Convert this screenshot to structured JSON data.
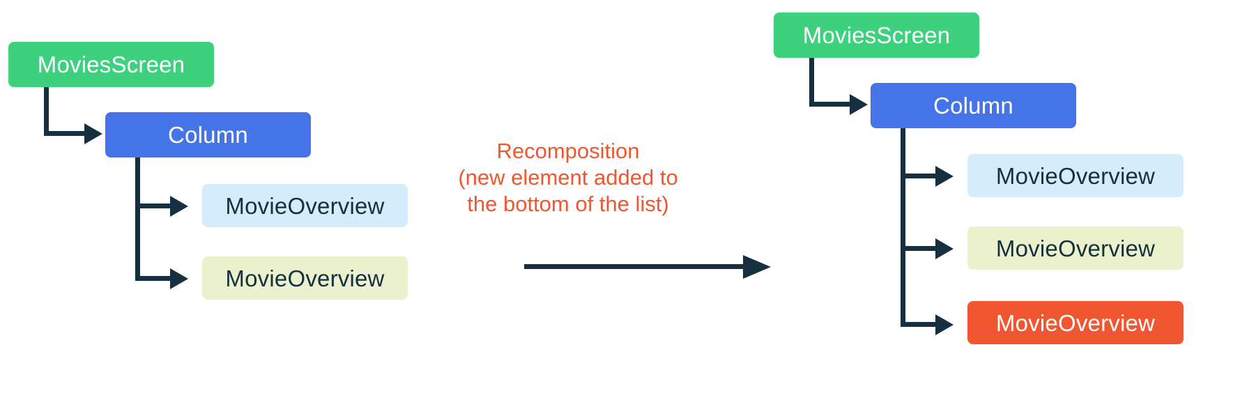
{
  "diagram": {
    "title_text": "Recomposition\n(new element added to\nthe bottom of the list)",
    "colors": {
      "green": "#3DD17E",
      "blue": "#4573E8",
      "light_blue": "#D4ECFB",
      "lime": "#EBF0CD",
      "orange": "#F0562F",
      "connector": "#16303F",
      "text_dark": "#15303F",
      "background": "#FFFFFF"
    },
    "before": {
      "root": {
        "label": "MoviesScreen"
      },
      "column": {
        "label": "Column"
      },
      "children": [
        {
          "label": "MovieOverview",
          "color": "light_blue"
        },
        {
          "label": "MovieOverview",
          "color": "lime"
        }
      ]
    },
    "after": {
      "root": {
        "label": "MoviesScreen"
      },
      "column": {
        "label": "Column"
      },
      "children": [
        {
          "label": "MovieOverview",
          "color": "light_blue"
        },
        {
          "label": "MovieOverview",
          "color": "lime"
        },
        {
          "label": "MovieOverview",
          "color": "orange"
        }
      ]
    }
  }
}
